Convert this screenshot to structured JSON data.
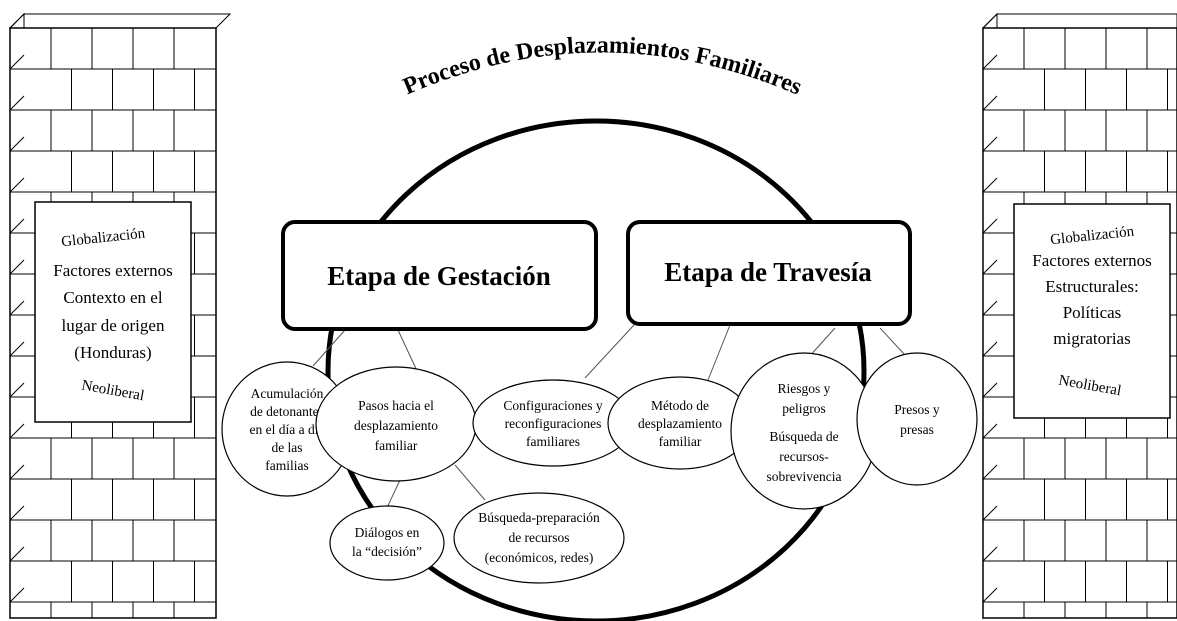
{
  "title": "Proceso de Desplazamientos Familiares",
  "left_panel": {
    "top_word": "Globalización",
    "lines": [
      "Factores externos",
      "Contexto en el",
      "lugar de origen",
      "(Honduras)"
    ],
    "bottom_word": "Neoliberal"
  },
  "right_panel": {
    "top_word": "Globalización",
    "lines": [
      "Factores externos",
      "Estructurales:",
      "Políticas",
      "migratorias"
    ],
    "bottom_word": "Neoliberal"
  },
  "stages": {
    "gestacion": "Etapa de Gestación",
    "travesia": "Etapa de Travesía"
  },
  "nodes": {
    "acumulacion": [
      "Acumulación",
      "de detonantes",
      "en el día a día",
      "de las",
      "familias"
    ],
    "pasos": [
      "Pasos hacia el",
      "desplazamiento",
      "familiar"
    ],
    "dialogos": [
      "Diálogos en",
      "la “decisión”"
    ],
    "busqueda_preparacion": [
      "Búsqueda-preparación",
      "de recursos",
      "(económicos, redes)"
    ],
    "configuraciones": [
      "Configuraciones y",
      "reconfiguraciones",
      "familiares"
    ],
    "metodo": [
      "Método de",
      "desplazamiento",
      "familiar"
    ],
    "riesgos": [
      "Riesgos y",
      "peligros",
      "Búsqueda de",
      "recursos-",
      "sobrevivencia"
    ],
    "presos": [
      "Presos y",
      "presas"
    ]
  }
}
